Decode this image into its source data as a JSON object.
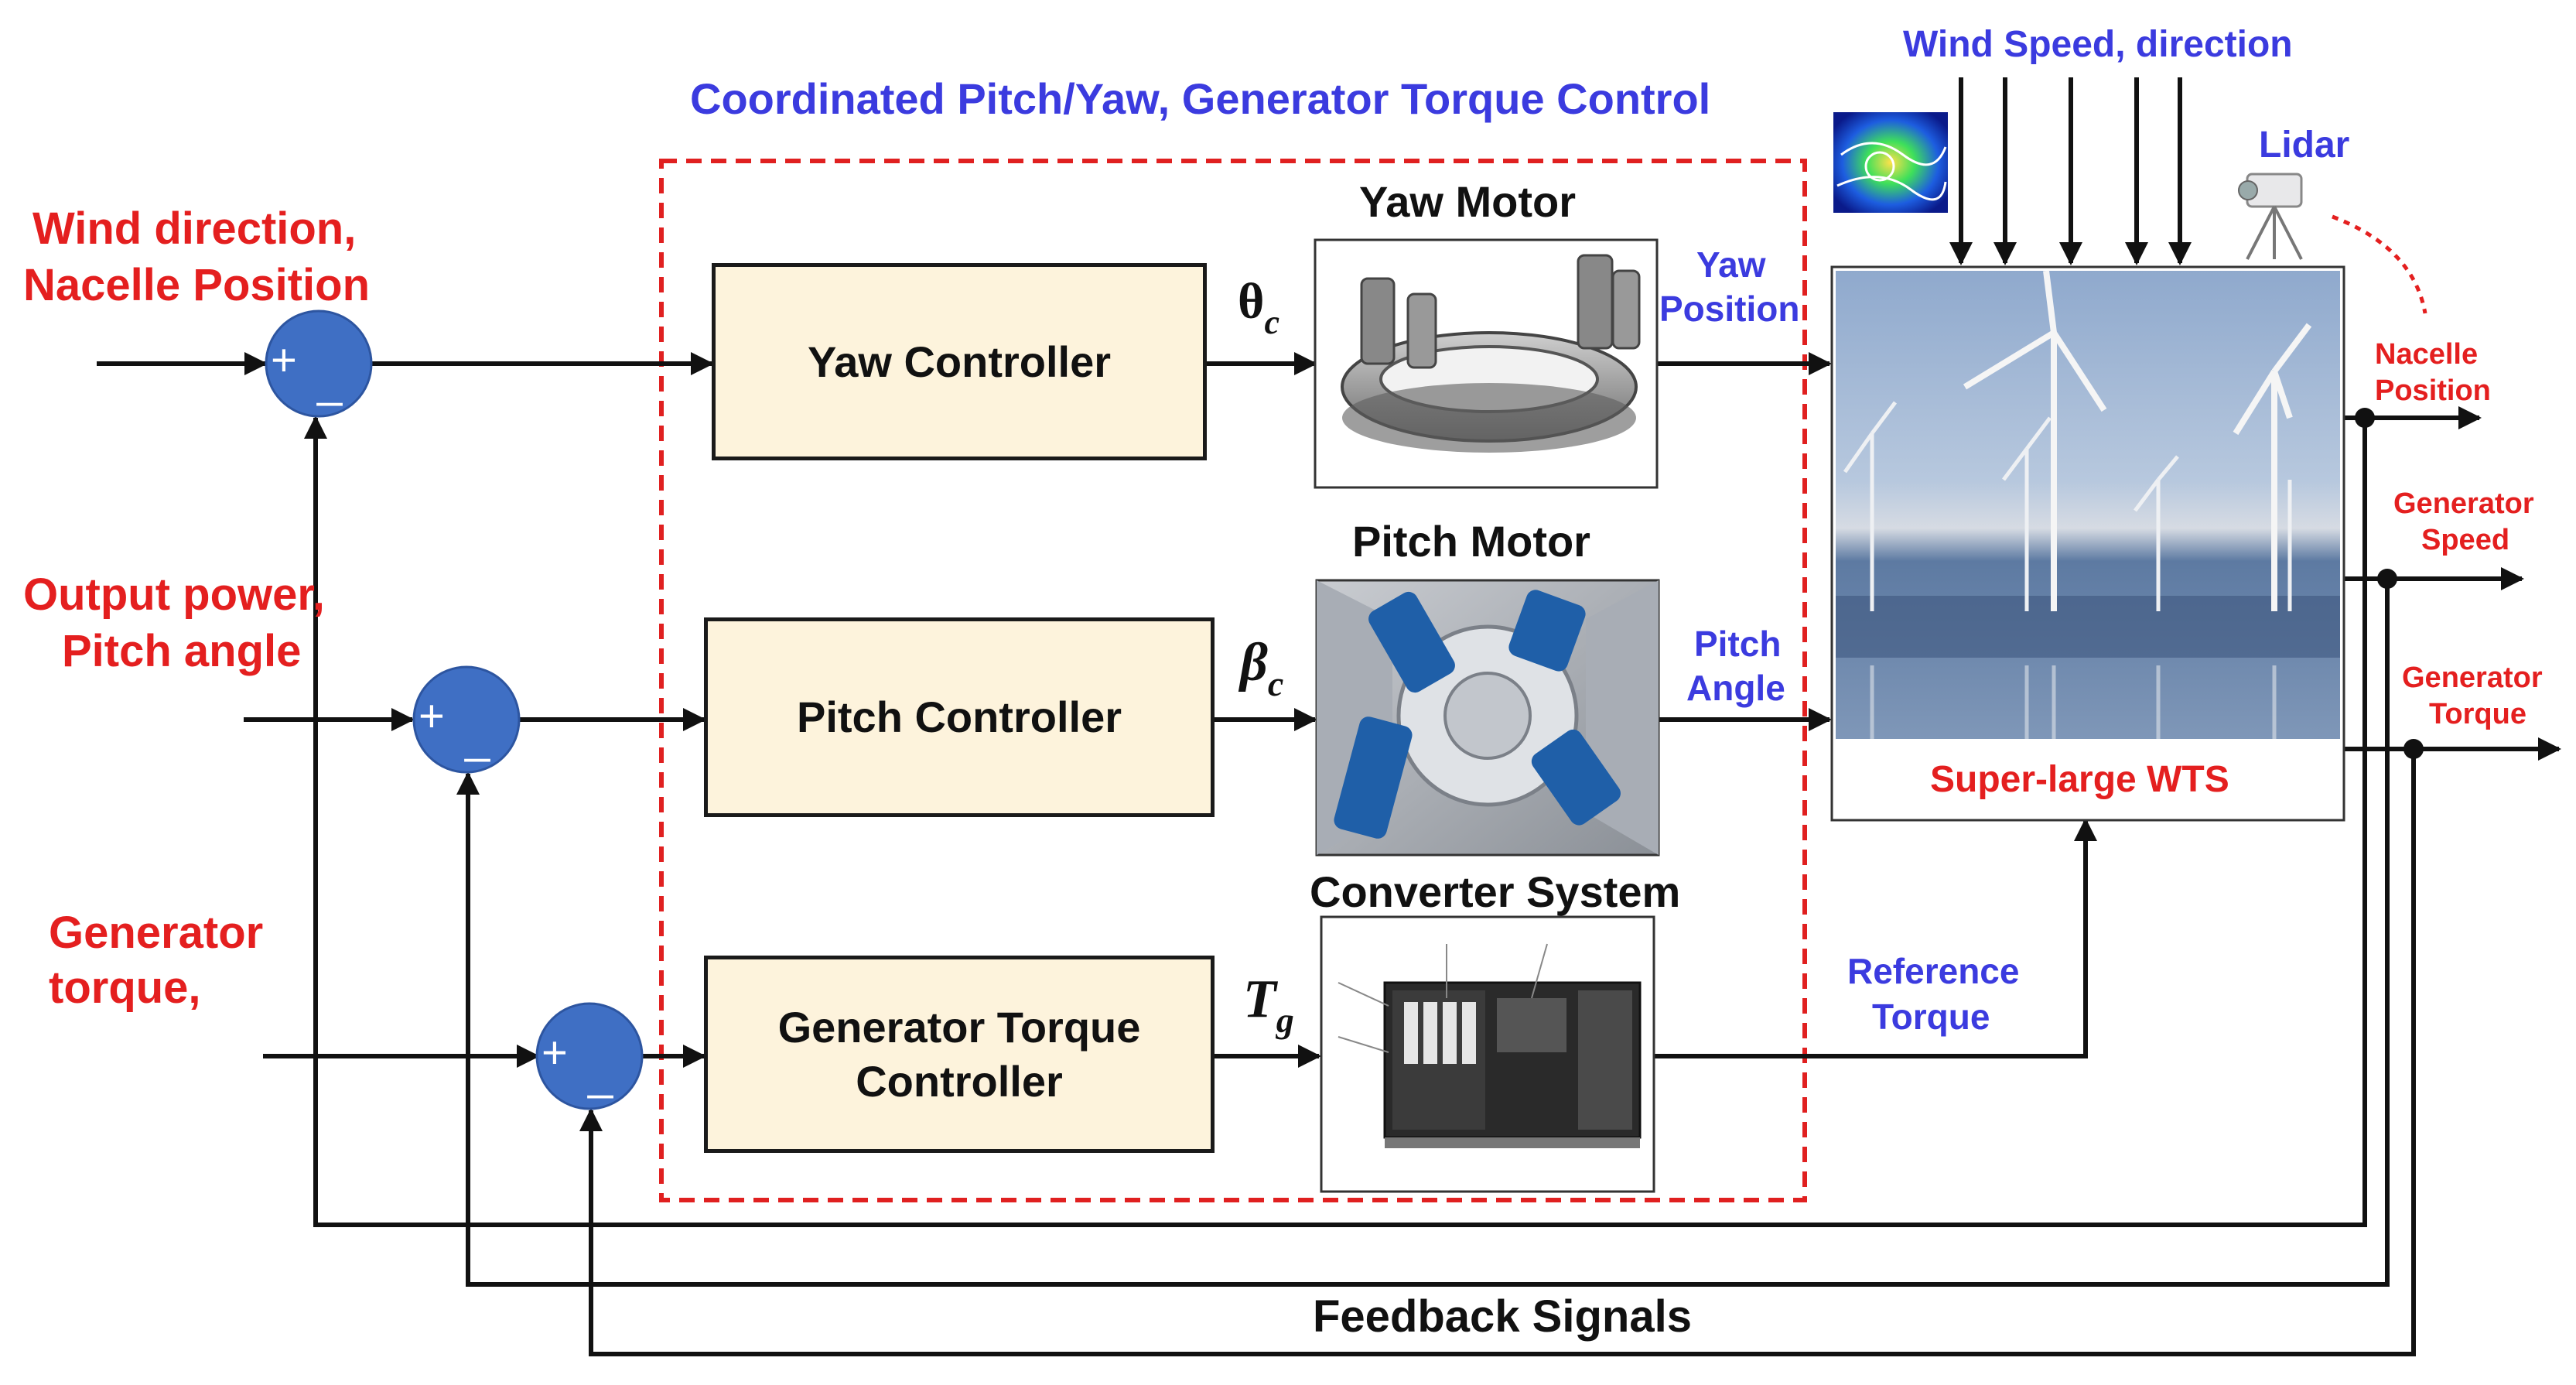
{
  "title": "Coordinated Pitch/Yaw, Generator Torque Control",
  "inputs": {
    "wind_direction": [
      "Wind direction,",
      "Nacelle Position"
    ],
    "output_power": [
      "Output power,",
      "Pitch angle"
    ],
    "generator_torque": [
      "Generator",
      "torque,"
    ]
  },
  "summing_junction": {
    "plus": "+",
    "minus": "_"
  },
  "controllers": {
    "yaw": "Yaw Controller",
    "pitch": "Pitch Controller",
    "torque": [
      "Generator Torque",
      "Controller"
    ]
  },
  "signals": {
    "theta": {
      "base": "θ",
      "sub": "c"
    },
    "beta": {
      "base": "β",
      "sub": "c"
    },
    "torque": {
      "base": "T",
      "sub": "g"
    }
  },
  "actuators": {
    "yaw_motor": "Yaw Motor",
    "pitch_motor": "Pitch Motor",
    "converter": "Converter System"
  },
  "actuator_outputs": {
    "yaw_position": [
      "Yaw",
      "Position"
    ],
    "pitch_angle": [
      "Pitch",
      "Angle"
    ],
    "reference_torque": [
      "Reference",
      "Torque"
    ]
  },
  "plant": {
    "wind_speed": "Wind Speed, direction",
    "lidar": "Lidar",
    "wts_label": "Super-large WTS"
  },
  "outputs": {
    "nacelle_position": [
      "Nacelle",
      "Position"
    ],
    "generator_speed": [
      "Generator",
      "Speed"
    ],
    "generator_torque": [
      "Generator",
      "Torque"
    ]
  },
  "feedback": "Feedback Signals",
  "colors": {
    "red": "#e41f1f",
    "blue": "#3b3bdf",
    "summing_junction": "#3f6fc4",
    "controller_fill": "#fdf3dc",
    "dashed_border": "#e02020"
  }
}
